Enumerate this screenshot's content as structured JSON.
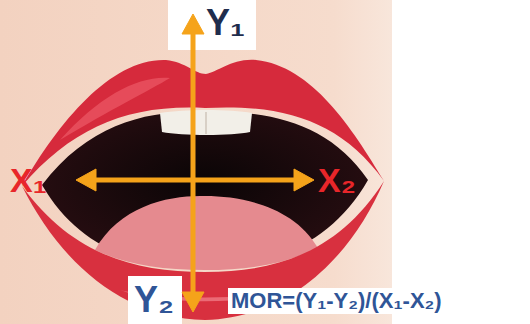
{
  "diagram": {
    "labels": [
      "Y₁",
      "X₁",
      "X₂",
      "Y₂",
      "MOR=(Y₁-Y₂)/(X₁-X₂)"
    ]
  }
}
